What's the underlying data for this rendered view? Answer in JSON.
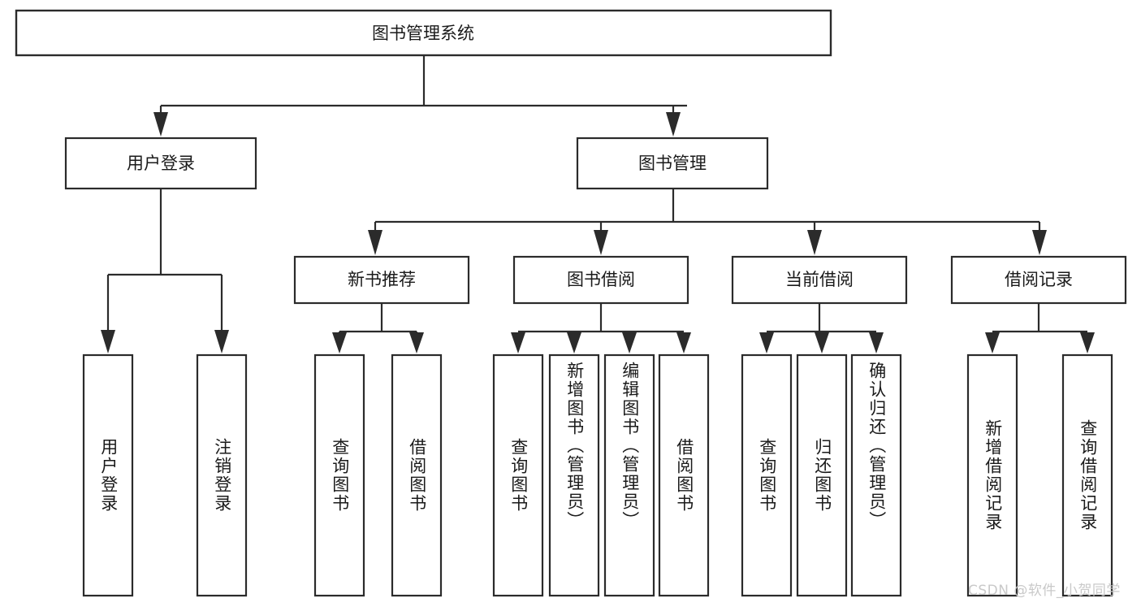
{
  "diagram": {
    "title": "图书管理系统",
    "type": "tree-hierarchy-chart",
    "root": {
      "label": "图书管理系统"
    },
    "level2": [
      {
        "label": "用户登录"
      },
      {
        "label": "图书管理"
      }
    ],
    "level3": [
      {
        "label": "新书推荐"
      },
      {
        "label": "图书借阅"
      },
      {
        "label": "当前借阅"
      },
      {
        "label": "借阅记录"
      }
    ],
    "leaves": {
      "user_login": [
        {
          "label": "用户登录"
        },
        {
          "label": "注销登录"
        }
      ],
      "new_book_recommend": [
        {
          "label": "查询图书"
        },
        {
          "label": "借阅图书"
        }
      ],
      "book_borrow": [
        {
          "label": "查询图书"
        },
        {
          "label": "新增图书（管理员）"
        },
        {
          "label": "编辑图书（管理员）"
        },
        {
          "label": "借阅图书"
        }
      ],
      "current_borrow": [
        {
          "label": "查询图书"
        },
        {
          "label": "归还图书"
        },
        {
          "label": "确认归还（管理员）"
        }
      ],
      "borrow_record": [
        {
          "label": "新增借阅记录"
        },
        {
          "label": "查询借阅记录"
        }
      ]
    }
  },
  "watermark": {
    "text": "CSDN @软件_小贺同学"
  },
  "colors": {
    "box_stroke": "#2b2b2b",
    "box_fill": "#ffffff",
    "text": "#1a1a1a",
    "background": "#ffffff",
    "watermark": "#c9c9c9"
  }
}
